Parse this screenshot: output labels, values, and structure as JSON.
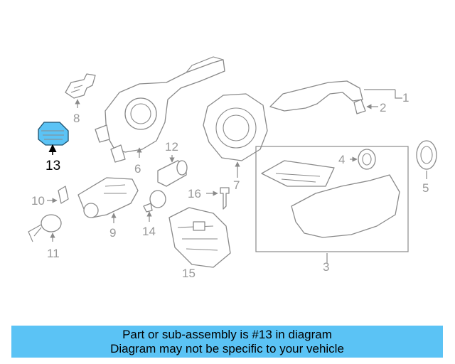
{
  "diagram": {
    "callouts": [
      "1",
      "2",
      "3",
      "4",
      "5",
      "6",
      "7",
      "8",
      "9",
      "10",
      "11",
      "12",
      "13",
      "14",
      "15",
      "16"
    ],
    "highlighted_part": "13",
    "highlight_color": "#5bc3f5"
  },
  "banner": {
    "line1": "Part or sub-assembly is #13 in diagram",
    "line2": "Diagram may not be specific to your vehicle",
    "color": "#5bc3f5"
  }
}
